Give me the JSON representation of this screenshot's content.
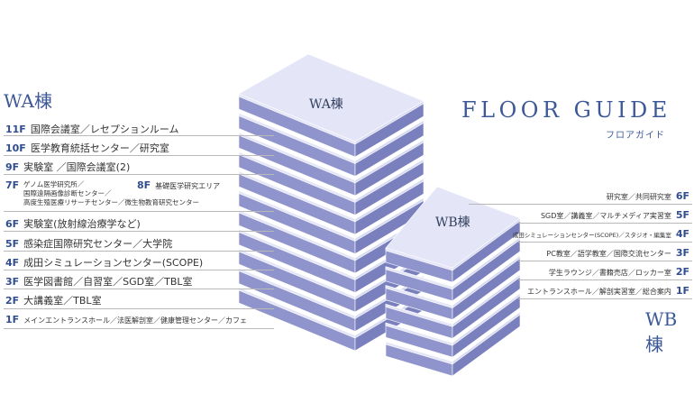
{
  "headers": {
    "wa_title": "WA棟",
    "floor_guide": "FLOOR GUIDE",
    "floor_guide_sub": "フロアガイド",
    "wb_title": "WB棟"
  },
  "building_labels": {
    "wa": "WA棟",
    "wb": "WB棟"
  },
  "colors": {
    "accent": "#3d5897",
    "face": "#e4e6f7",
    "side_light": "#8f95cc",
    "side_dark": "#7a80bd"
  },
  "wa_floors": {
    "f11": {
      "floor": "11F",
      "text": "国際会議室／レセプションルーム"
    },
    "f10": {
      "floor": "10F",
      "text": "医学教育統括センター／研究室"
    },
    "f9": {
      "floor": "9F",
      "text": "実験室 ／国際会議室(2)"
    },
    "f7": {
      "floor": "7F",
      "lines": [
        "ゲノム医学研究所／",
        "国際遠隔画像診断センター／",
        "高度生殖医療リサーチセンター／微生物教育研究センター"
      ]
    },
    "f8": {
      "floor": "8F",
      "text": "基礎医学研究エリア"
    },
    "f6": {
      "floor": "6F",
      "text": "実験室(放射線治療学など)"
    },
    "f5": {
      "floor": "5F",
      "text": "感染症国際研究センター／大学院"
    },
    "f4": {
      "floor": "4F",
      "text": "成田シミュレーションセンター(SCOPE)"
    },
    "f3": {
      "floor": "3F",
      "text": "医学図書館／自習室／SGD室／TBL室"
    },
    "f2": {
      "floor": "2F",
      "text": "大講義室／TBL室"
    },
    "f1": {
      "floor": "1F",
      "text": "メインエントランスホール／法医解剖室／健康管理センター／カフェ"
    }
  },
  "wb_floors": {
    "f6": {
      "floor": "6F",
      "text": "研究室／共同研究室"
    },
    "f5": {
      "floor": "5F",
      "text": "SGD室／講義室／マルチメディア実習室"
    },
    "f4": {
      "floor": "4F",
      "text": "成田シミュレーションセンター(SCOPE)／スタジオ・編集室"
    },
    "f3": {
      "floor": "3F",
      "text": "PC教室／語学教室／国際交流センター"
    },
    "f2": {
      "floor": "2F",
      "text": "学生ラウンジ／書籍売店／ロッカー室"
    },
    "f1": {
      "floor": "1F",
      "text": "エントランスホール／解剖実習室／総合案内"
    }
  }
}
